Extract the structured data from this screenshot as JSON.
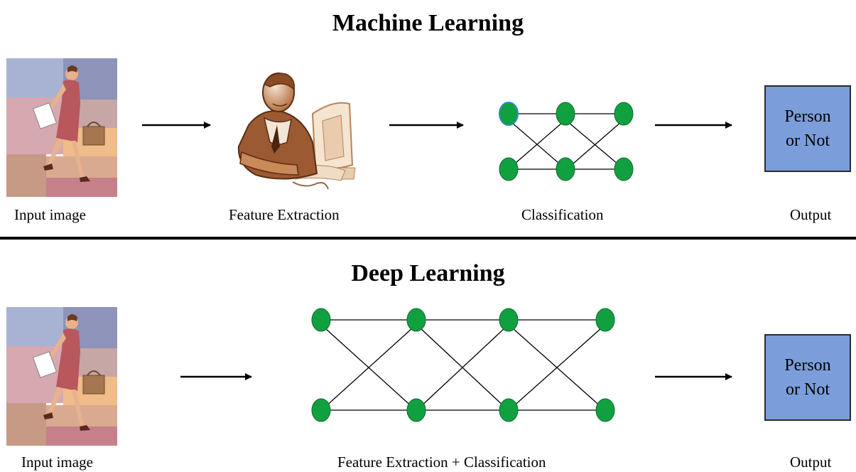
{
  "machine_learning": {
    "title": "Machine Learning",
    "captions": {
      "input": "Input image",
      "feature": "Feature Extraction",
      "classification": "Classification",
      "output": "Output"
    },
    "output_box": {
      "line1": "Person",
      "line2": "or Not"
    }
  },
  "deep_learning": {
    "title": "Deep Learning",
    "captions": {
      "input": "Input image",
      "combined": "Feature Extraction + Classification",
      "output": "Output"
    },
    "output_box": {
      "line1": "Person",
      "line2": "or Not"
    }
  },
  "colors": {
    "node_fill": "#11a040",
    "node_highlight_stroke": "#2a8fb5",
    "output_box": "#7b9edb",
    "arrow": "#000000"
  },
  "icons": [
    "woman-walking-image",
    "man-at-computer-image",
    "neural-network-icon",
    "arrow-icon"
  ]
}
